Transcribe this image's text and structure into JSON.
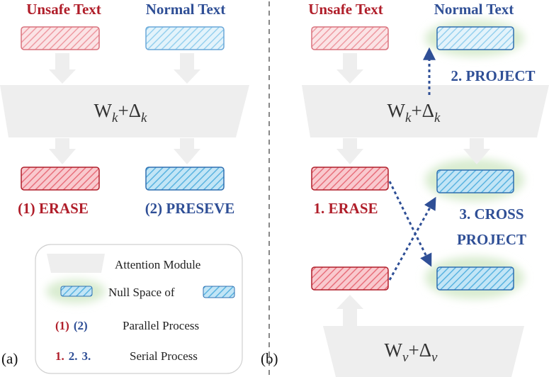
{
  "colors": {
    "red": "#b01e2a",
    "blue": "#2f4f96",
    "gray_fill": "#eeeeee",
    "green_glow": "#d9ecd0",
    "red_box_fill": "#f6b9bf",
    "blue_box_fill": "#a8d8f2"
  },
  "panel_a": {
    "tag": "(a)",
    "unsafe_label": "Unsafe Text",
    "normal_label": "Normal Text",
    "module_w": "W",
    "module_w_sub": "k",
    "module_delta": "+Δ",
    "module_delta_sub": "k",
    "erase_label": "(1) ERASE",
    "preserve_label": "(2) PRESEVE"
  },
  "panel_b": {
    "tag": "(b)",
    "unsafe_label": "Unsafe Text",
    "normal_label": "Normal Text",
    "project_label": "2. PROJECT",
    "key_w": "W",
    "key_w_sub": "k",
    "key_delta": "+Δ",
    "key_delta_sub": "k",
    "erase_label": "1. ERASE",
    "cross_project_line1": "3. CROSS",
    "cross_project_line2": "PROJECT",
    "value_w": "W",
    "value_w_sub": "v",
    "value_delta": "+Δ",
    "value_delta_sub": "v"
  },
  "legend": {
    "attention_module": "Attention Module",
    "null_space": "Null Space of",
    "parallel_marker_1": "(1)",
    "parallel_marker_2": "(2)",
    "parallel_process": "Parallel Process",
    "serial_marker_1": "1.",
    "serial_marker_2": "2.",
    "serial_marker_3": "3.",
    "serial_process": "Serial Process"
  }
}
